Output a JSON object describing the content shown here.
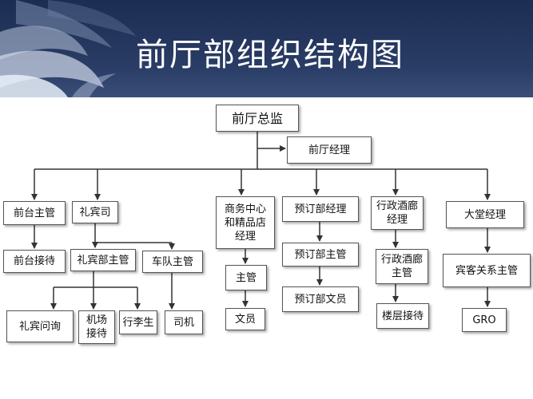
{
  "title": "前厅部组织结构图",
  "nodes": {
    "director": "前厅总监",
    "fo_manager": "前厅经理",
    "front_desk_supervisor": "前台主管",
    "front_desk_reception": "前台接待",
    "concierge_manager": "礼宾司",
    "concierge_supervisor": "礼宾部主管",
    "fleet_supervisor": "车队主管",
    "concierge_inquiry": "礼宾问询",
    "airport_reception": "机场\n接待",
    "porter": "行李生",
    "driver": "司机",
    "business_center_manager": "商务中心\n和精品店\n经理",
    "business_center_supervisor": "主管",
    "business_center_clerk": "文员",
    "reservation_manager": "预订部经理",
    "reservation_supervisor": "预订部主管",
    "reservation_clerk": "预订部文员",
    "executive_lounge_manager": "行政酒廊\n经理",
    "executive_lounge_supervisor": "行政酒廊\n主管",
    "floor_reception": "楼层接待",
    "lobby_manager": "大堂经理",
    "guest_relations_supervisor": "宾客关系主管",
    "gro": "GRO"
  }
}
